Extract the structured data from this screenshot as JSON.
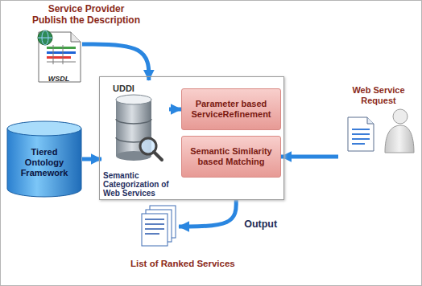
{
  "diagram": {
    "nodes": [
      {
        "text": [
          "WSDL"
        ]
      },
      {
        "text": [
          "Tiered Ontology Framework"
        ]
      },
      {
        "text": []
      },
      {
        "text": [
          "UDDI",
          "Semantic Categorization of Web Services"
        ],
        "in": 2
      },
      {
        "text": [
          "Parameter based ServiceRefinement"
        ],
        "in": 2
      },
      {
        "text": [
          "Semantic Similarity based Matching"
        ],
        "in": 2
      },
      {
        "text": [
          "Web Service Request"
        ]
      },
      {
        "text": [
          "List of Ranked Services"
        ]
      }
    ],
    "edges": [
      {
        "from": 0,
        "to": 3,
        "arrow": "to"
      },
      {
        "from": 1,
        "to": 3,
        "arrow": "to"
      },
      {
        "from": 3,
        "to": 4,
        "arrow": "to"
      },
      {
        "from": 6,
        "to": 5,
        "arrow": "to"
      },
      {
        "from": 2,
        "to": 7,
        "label": "Output",
        "arrow": "to"
      }
    ],
    "labels": [
      "Service Provider Publish the Description"
    ]
  }
}
